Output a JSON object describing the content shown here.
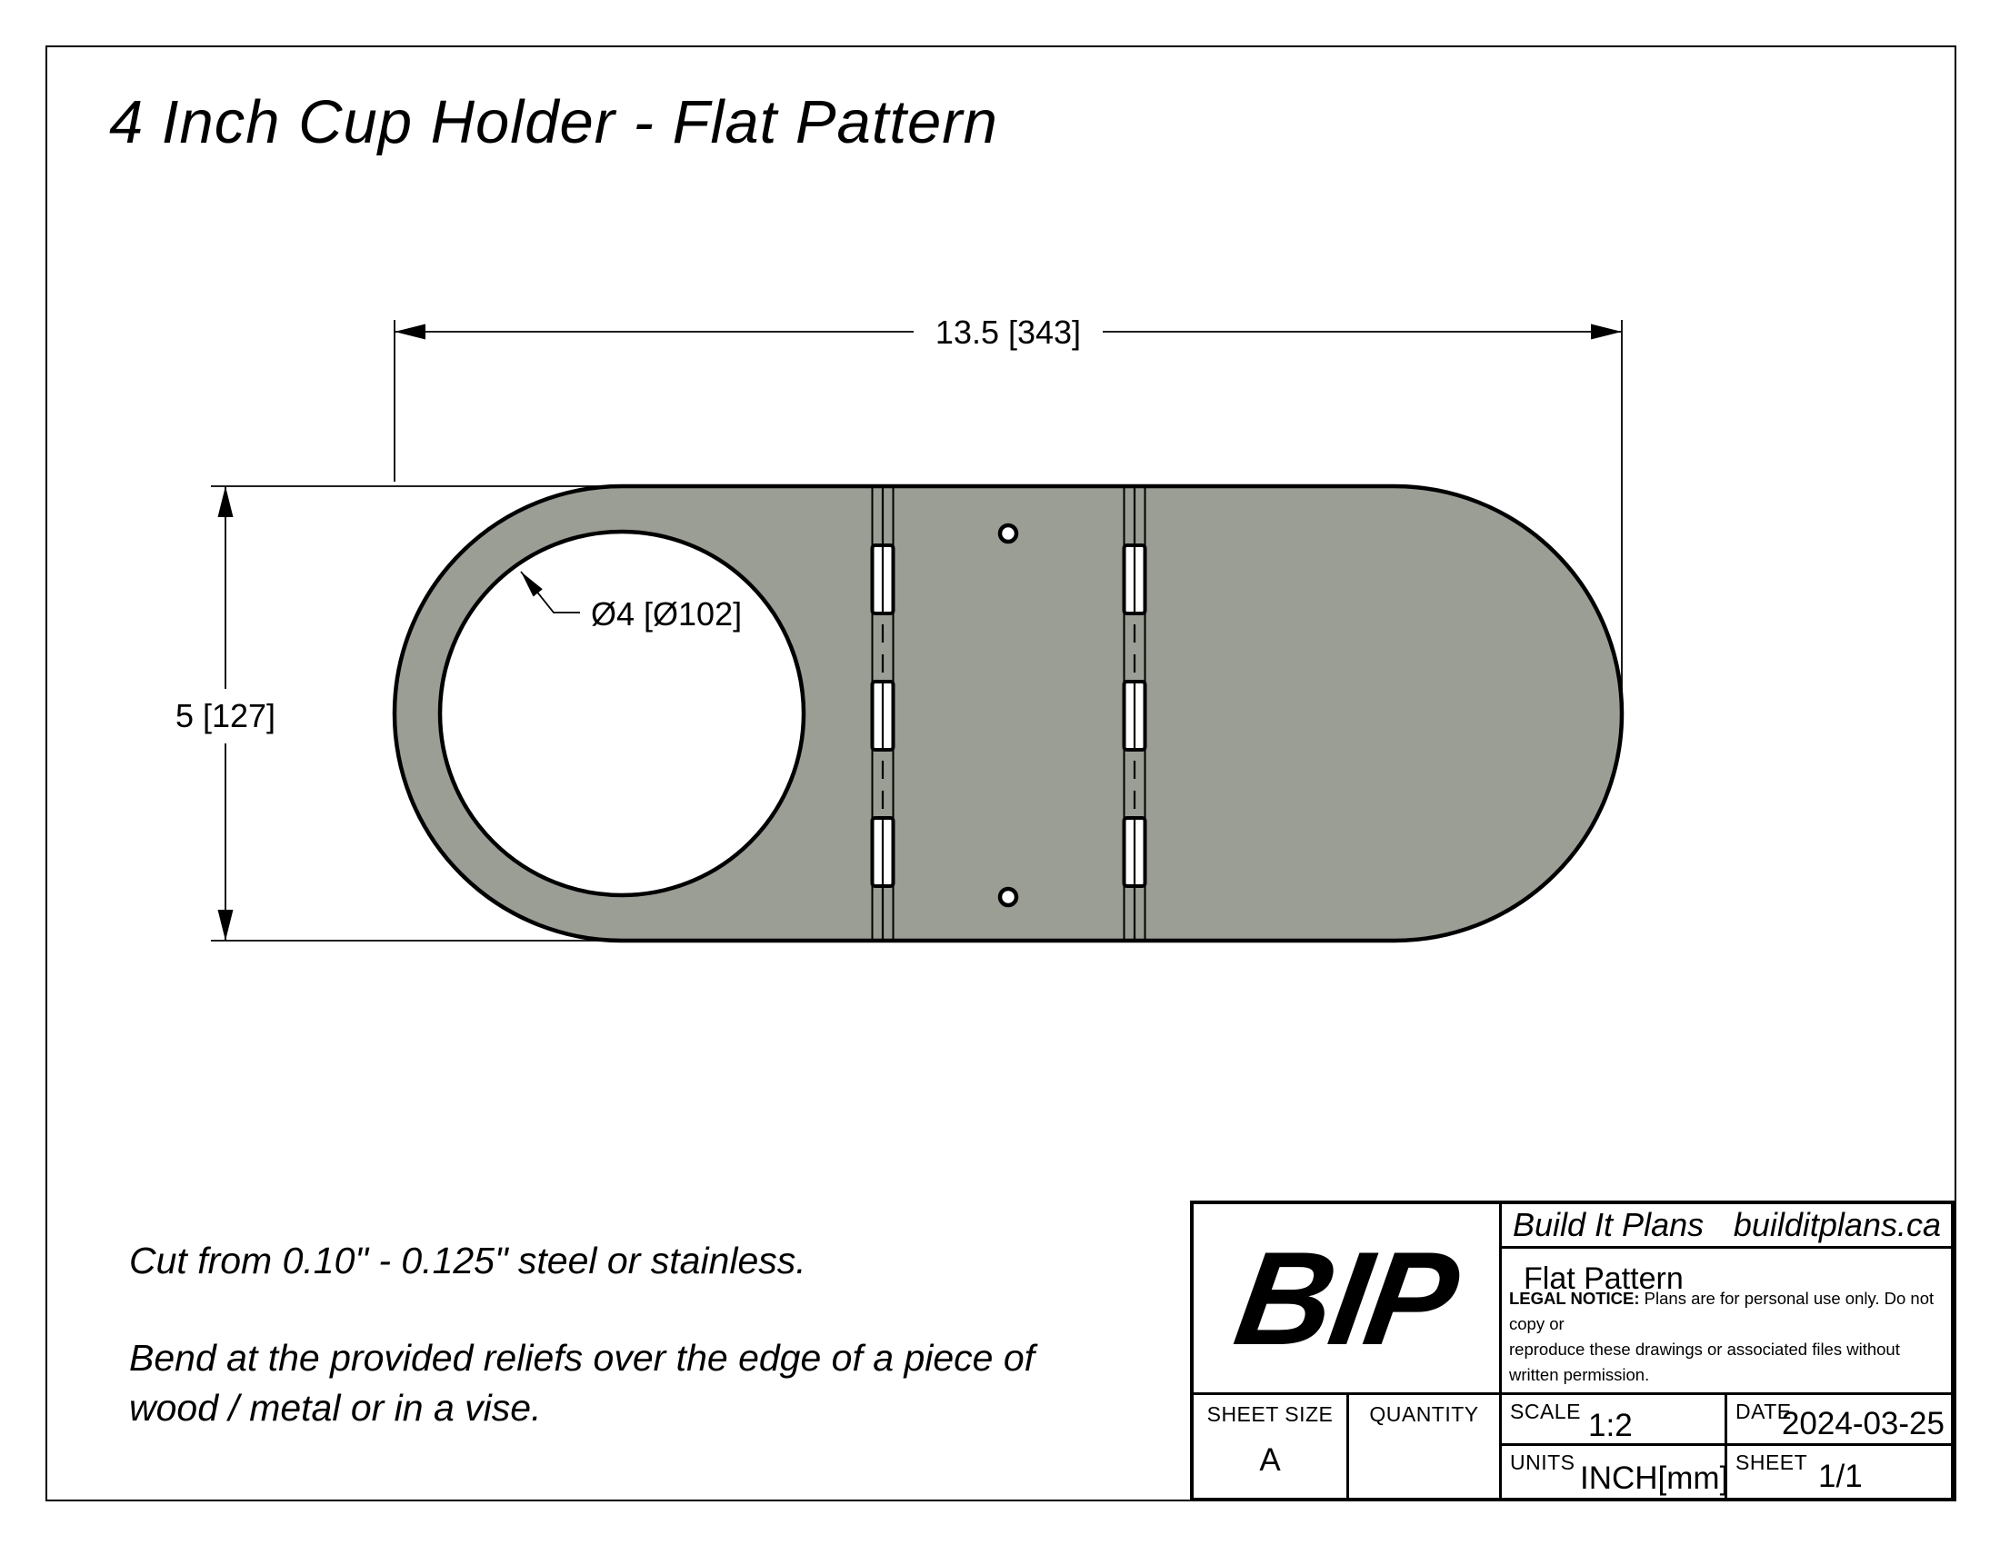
{
  "page": {
    "title": "4 Inch Cup Holder - Flat Pattern"
  },
  "drawing": {
    "width_dim": "13.5 [343]",
    "height_dim": "5 [127]",
    "hole_dim": "Ø4 [Ø102]",
    "part_fill_color": "#9a9e95",
    "line_color": "#000000"
  },
  "notes": {
    "note1": "Cut from 0.10\" - 0.125\" steel or stainless.",
    "note2_line1": "Bend at the provided reliefs over the edge of a piece of",
    "note2_line2": "wood / metal or in a vise."
  },
  "title_block": {
    "logo": "BIP",
    "company": "Build It Plans",
    "website": "builditplans.ca",
    "drawing_title": "Flat Pattern",
    "legal_label": "LEGAL NOTICE:",
    "legal_line1": " Plans are for personal use only. Do not copy or",
    "legal_line2": "reproduce these drawings or associated files without written permission.",
    "sheet_size_label": "SHEET SIZE",
    "sheet_size_value": "A",
    "quantity_label": "QUANTITY",
    "scale_label": "SCALE",
    "scale_value": "1:2",
    "date_label": "DATE",
    "date_value": "2024-03-25",
    "units_label": "UNITS",
    "units_value": "INCH[mm]",
    "sheet_label": "SHEET",
    "sheet_value": "1/1"
  }
}
